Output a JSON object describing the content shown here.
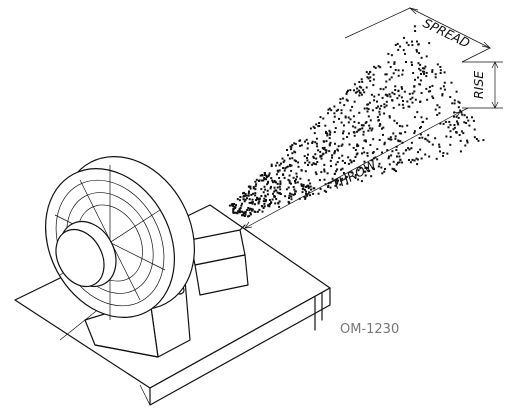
{
  "figure": {
    "labels": {
      "spread": "SPREAD",
      "rise": "RISE",
      "throw": "THROW"
    },
    "code": "OM-1230"
  }
}
